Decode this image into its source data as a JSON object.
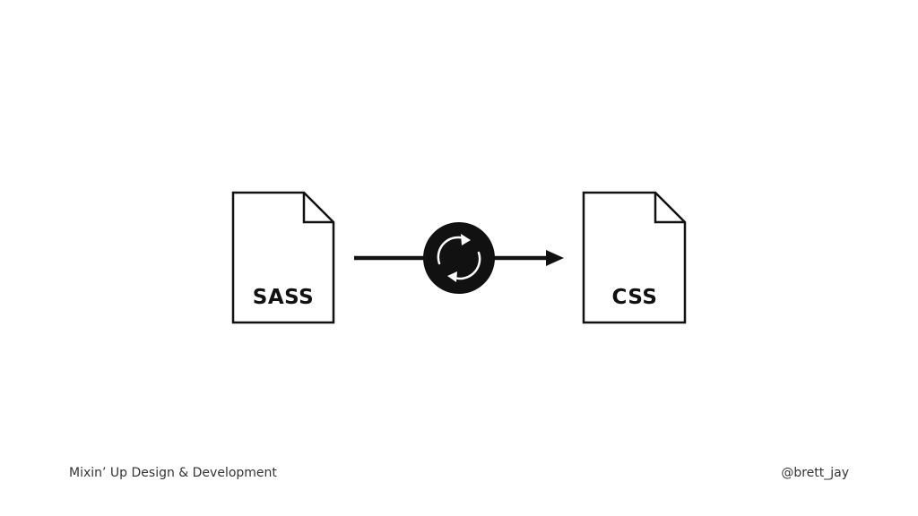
{
  "diagram": {
    "source_file": {
      "label": "SASS",
      "icon": "document-icon"
    },
    "process": {
      "icon": "refresh-icon"
    },
    "target_file": {
      "label": "CSS",
      "icon": "document-icon"
    },
    "colors": {
      "stroke": "#111111",
      "background": "#ffffff"
    }
  },
  "footer": {
    "left": "Mixin’ Up Design & Development",
    "right": "@brett_jay"
  }
}
